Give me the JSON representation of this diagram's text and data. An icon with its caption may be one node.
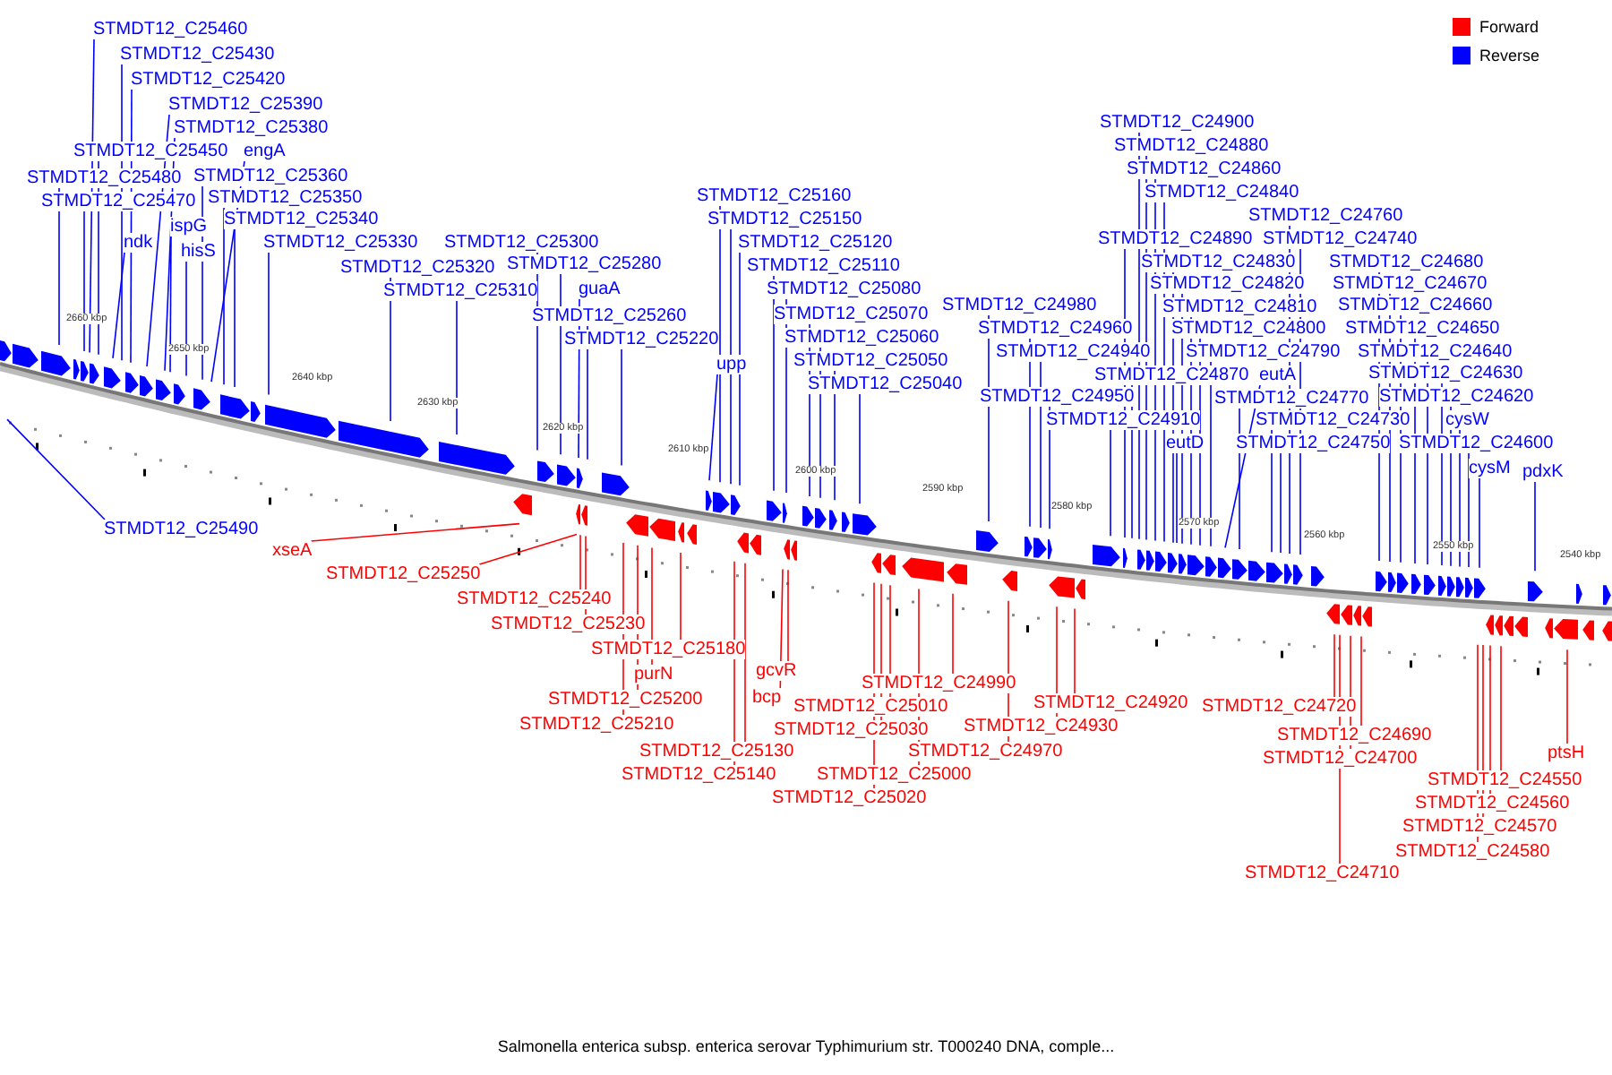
{
  "diagram": {
    "caption": "Salmonella enterica subsp. enterica serovar Typhimurium str. T000240 DNA, comple...",
    "nodes": [
      {
        "text": [
          "STMDT12_C25460"
        ]
      },
      {
        "text": [
          "STMDT12_C25430"
        ]
      },
      {
        "text": [
          "STMDT12_C25420"
        ]
      },
      {
        "text": [
          "STMDT12_C25390"
        ]
      },
      {
        "text": [
          "STMDT12_C25380"
        ]
      },
      {
        "text": [
          "STMDT12_C25450"
        ]
      },
      {
        "text": [
          "engA"
        ]
      },
      {
        "text": [
          "STMDT12_C25480"
        ]
      },
      {
        "text": [
          "STMDT12_C25360"
        ]
      },
      {
        "text": [
          "STMDT12_C25470"
        ]
      },
      {
        "text": [
          "STMDT12_C25350"
        ]
      },
      {
        "text": [
          "STMDT12_C25340"
        ]
      },
      {
        "text": [
          "ndk"
        ]
      },
      {
        "text": [
          "ispG"
        ]
      },
      {
        "text": [
          "hisS"
        ]
      },
      {
        "text": [
          "STMDT12_C25330"
        ]
      },
      {
        "text": [
          "STMDT12_C25300"
        ]
      },
      {
        "text": [
          "STMDT12_C25320"
        ]
      },
      {
        "text": [
          "STMDT12_C25280"
        ]
      },
      {
        "text": [
          "STMDT12_C25310"
        ]
      },
      {
        "text": [
          "guaA"
        ]
      },
      {
        "text": [
          "STMDT12_C25260"
        ]
      },
      {
        "text": [
          "STMDT12_C25220"
        ]
      },
      {
        "text": [
          "upp"
        ]
      },
      {
        "text": [
          "STMDT12_C25160"
        ]
      },
      {
        "text": [
          "STMDT12_C25150"
        ]
      },
      {
        "text": [
          "STMDT12_C25120"
        ]
      },
      {
        "text": [
          "STMDT12_C25110"
        ]
      },
      {
        "text": [
          "STMDT12_C25080"
        ]
      },
      {
        "text": [
          "STMDT12_C25070"
        ]
      },
      {
        "text": [
          "STMDT12_C25060"
        ]
      },
      {
        "text": [
          "STMDT12_C25050"
        ]
      },
      {
        "text": [
          "STMDT12_C25040"
        ]
      },
      {
        "text": [
          "STMDT12_C24980"
        ]
      },
      {
        "text": [
          "STMDT12_C24960"
        ]
      },
      {
        "text": [
          "STMDT12_C24940"
        ]
      },
      {
        "text": [
          "STMDT12_C24950"
        ]
      },
      {
        "text": [
          "STMDT12_C24910"
        ]
      },
      {
        "text": [
          "STMDT12_C24900"
        ]
      },
      {
        "text": [
          "STMDT12_C24880"
        ]
      },
      {
        "text": [
          "STMDT12_C24860"
        ]
      },
      {
        "text": [
          "STMDT12_C24840"
        ]
      },
      {
        "text": [
          "STMDT12_C24760"
        ]
      },
      {
        "text": [
          "STMDT12_C24890"
        ]
      },
      {
        "text": [
          "STMDT12_C24740"
        ]
      },
      {
        "text": [
          "STMDT12_C24830"
        ]
      },
      {
        "text": [
          "STMDT12_C24680"
        ]
      },
      {
        "text": [
          "STMDT12_C24820"
        ]
      },
      {
        "text": [
          "STMDT12_C24670"
        ]
      },
      {
        "text": [
          "STMDT12_C24810"
        ]
      },
      {
        "text": [
          "STMDT12_C24660"
        ]
      },
      {
        "text": [
          "STMDT12_C24800"
        ]
      },
      {
        "text": [
          "STMDT12_C24650"
        ]
      },
      {
        "text": [
          "STMDT12_C24790"
        ]
      },
      {
        "text": [
          "STMDT12_C24640"
        ]
      },
      {
        "text": [
          "STMDT12_C24870"
        ]
      },
      {
        "text": [
          "eutA"
        ]
      },
      {
        "text": [
          "STMDT12_C24630"
        ]
      },
      {
        "text": [
          "STMDT12_C24770"
        ]
      },
      {
        "text": [
          "STMDT12_C24620"
        ]
      },
      {
        "text": [
          "STMDT12_C24730"
        ]
      },
      {
        "text": [
          "cysW"
        ]
      },
      {
        "text": [
          "eutD"
        ]
      },
      {
        "text": [
          "STMDT12_C24750"
        ]
      },
      {
        "text": [
          "STMDT12_C24600"
        ]
      },
      {
        "text": [
          "cysM"
        ]
      },
      {
        "text": [
          "pdxK"
        ]
      },
      {
        "text": [
          "STMDT12_C25490"
        ]
      },
      {
        "text": [
          "xseA"
        ]
      },
      {
        "text": [
          "STMDT12_C25250"
        ]
      },
      {
        "text": [
          "STMDT12_C25240"
        ]
      },
      {
        "text": [
          "STMDT12_C25230"
        ]
      },
      {
        "text": [
          "STMDT12_C25180"
        ]
      },
      {
        "text": [
          "purN"
        ]
      },
      {
        "text": [
          "gcvR"
        ]
      },
      {
        "text": [
          "bcp"
        ]
      },
      {
        "text": [
          "STMDT12_C25200"
        ]
      },
      {
        "text": [
          "STMDT12_C25210"
        ]
      },
      {
        "text": [
          "STMDT12_C25130"
        ]
      },
      {
        "text": [
          "STMDT12_C25140"
        ]
      },
      {
        "text": [
          "STMDT12_C24990"
        ]
      },
      {
        "text": [
          "STMDT12_C25010"
        ]
      },
      {
        "text": [
          "STMDT12_C24920"
        ]
      },
      {
        "text": [
          "STMDT12_C24930"
        ]
      },
      {
        "text": [
          "STMDT12_C25030"
        ]
      },
      {
        "text": [
          "STMDT12_C24970"
        ]
      },
      {
        "text": [
          "STMDT12_C25000"
        ]
      },
      {
        "text": [
          "STMDT12_C25020"
        ]
      },
      {
        "text": [
          "STMDT12_C24720"
        ]
      },
      {
        "text": [
          "STMDT12_C24690"
        ]
      },
      {
        "text": [
          "STMDT12_C24700"
        ]
      },
      {
        "text": [
          "STMDT12_C24710"
        ]
      },
      {
        "text": [
          "STMDT12_C24550"
        ]
      },
      {
        "text": [
          "STMDT12_C24560"
        ]
      },
      {
        "text": [
          "STMDT12_C24570"
        ]
      },
      {
        "text": [
          "STMDT12_C24580"
        ]
      },
      {
        "text": [
          "ptsH"
        ]
      }
    ],
    "edges": [
      {
        "from": 0,
        "to": null,
        "arrow": "none"
      },
      {
        "from": 1,
        "to": null,
        "arrow": "none"
      },
      {
        "from": 2,
        "to": null,
        "arrow": "none"
      },
      {
        "from": 3,
        "to": null,
        "arrow": "none"
      },
      {
        "from": 4,
        "to": null,
        "arrow": "none"
      },
      {
        "from": 5,
        "to": null,
        "arrow": "none"
      },
      {
        "from": 6,
        "to": null,
        "arrow": "none"
      },
      {
        "from": 7,
        "to": null,
        "arrow": "none"
      },
      {
        "from": 8,
        "to": null,
        "arrow": "none"
      },
      {
        "from": 9,
        "to": null,
        "arrow": "none"
      },
      {
        "from": 10,
        "to": null,
        "arrow": "none"
      },
      {
        "from": 11,
        "to": null,
        "arrow": "none"
      },
      {
        "from": 12,
        "to": null,
        "arrow": "none"
      },
      {
        "from": 13,
        "to": null,
        "arrow": "none"
      },
      {
        "from": 14,
        "to": null,
        "arrow": "none"
      },
      {
        "from": 15,
        "to": null,
        "arrow": "none"
      },
      {
        "from": 16,
        "to": null,
        "arrow": "none"
      },
      {
        "from": 17,
        "to": null,
        "arrow": "none"
      },
      {
        "from": 18,
        "to": null,
        "arrow": "none"
      },
      {
        "from": 19,
        "to": null,
        "arrow": "none"
      },
      {
        "from": 20,
        "to": null,
        "arrow": "none"
      },
      {
        "from": 21,
        "to": null,
        "arrow": "none"
      },
      {
        "from": 22,
        "to": null,
        "arrow": "none"
      },
      {
        "from": 23,
        "to": null,
        "arrow": "none"
      },
      {
        "from": 24,
        "to": null,
        "arrow": "none"
      },
      {
        "from": 25,
        "to": null,
        "arrow": "none"
      },
      {
        "from": 26,
        "to": null,
        "arrow": "none"
      },
      {
        "from": 27,
        "to": null,
        "arrow": "none"
      },
      {
        "from": 28,
        "to": null,
        "arrow": "none"
      },
      {
        "from": 29,
        "to": null,
        "arrow": "none"
      },
      {
        "from": 30,
        "to": null,
        "arrow": "none"
      },
      {
        "from": 31,
        "to": null,
        "arrow": "none"
      },
      {
        "from": 32,
        "to": null,
        "arrow": "none"
      },
      {
        "from": 33,
        "to": null,
        "arrow": "none"
      },
      {
        "from": 34,
        "to": null,
        "arrow": "none"
      },
      {
        "from": 35,
        "to": null,
        "arrow": "none"
      },
      {
        "from": 36,
        "to": null,
        "arrow": "none"
      },
      {
        "from": 37,
        "to": null,
        "arrow": "none"
      },
      {
        "from": 38,
        "to": null,
        "arrow": "none"
      },
      {
        "from": 39,
        "to": null,
        "arrow": "none"
      },
      {
        "from": 40,
        "to": null,
        "arrow": "none"
      },
      {
        "from": 41,
        "to": null,
        "arrow": "none"
      },
      {
        "from": 42,
        "to": null,
        "arrow": "none"
      },
      {
        "from": 43,
        "to": null,
        "arrow": "none"
      },
      {
        "from": 44,
        "to": null,
        "arrow": "none"
      },
      {
        "from": 45,
        "to": null,
        "arrow": "none"
      },
      {
        "from": 46,
        "to": null,
        "arrow": "none"
      },
      {
        "from": 47,
        "to": null,
        "arrow": "none"
      },
      {
        "from": 48,
        "to": null,
        "arrow": "none"
      },
      {
        "from": 49,
        "to": null,
        "arrow": "none"
      },
      {
        "from": 50,
        "to": null,
        "arrow": "none"
      },
      {
        "from": 51,
        "to": null,
        "arrow": "none"
      },
      {
        "from": 52,
        "to": null,
        "arrow": "none"
      },
      {
        "from": 53,
        "to": null,
        "arrow": "none"
      },
      {
        "from": 54,
        "to": null,
        "arrow": "none"
      },
      {
        "from": 55,
        "to": null,
        "arrow": "none"
      },
      {
        "from": 56,
        "to": null,
        "arrow": "none"
      },
      {
        "from": 57,
        "to": null,
        "arrow": "none"
      },
      {
        "from": 58,
        "to": null,
        "arrow": "none"
      },
      {
        "from": 59,
        "to": null,
        "arrow": "none"
      },
      {
        "from": 60,
        "to": null,
        "arrow": "none"
      },
      {
        "from": 61,
        "to": null,
        "arrow": "none"
      },
      {
        "from": 62,
        "to": null,
        "arrow": "none"
      },
      {
        "from": 63,
        "to": null,
        "arrow": "none"
      },
      {
        "from": 64,
        "to": null,
        "arrow": "none"
      },
      {
        "from": 65,
        "to": null,
        "arrow": "none"
      },
      {
        "from": 66,
        "to": null,
        "arrow": "none"
      },
      {
        "from": 67,
        "to": null,
        "arrow": "none"
      },
      {
        "from": 68,
        "to": null,
        "arrow": "none",
        "color": "#ff0000"
      },
      {
        "from": 69,
        "to": null,
        "arrow": "none",
        "color": "#ff0000"
      },
      {
        "from": 70,
        "to": null,
        "arrow": "none",
        "color": "#ff0000"
      },
      {
        "from": 71,
        "to": null,
        "arrow": "none",
        "color": "#ff0000"
      },
      {
        "from": 72,
        "to": null,
        "arrow": "none",
        "color": "#ff0000"
      },
      {
        "from": 73,
        "to": null,
        "arrow": "none",
        "color": "#ff0000"
      },
      {
        "from": 74,
        "to": null,
        "arrow": "none",
        "color": "#ff0000"
      },
      {
        "from": 75,
        "to": null,
        "arrow": "none",
        "color": "#ff0000"
      },
      {
        "from": 76,
        "to": null,
        "arrow": "none",
        "color": "#ff0000"
      },
      {
        "from": 77,
        "to": null,
        "arrow": "none",
        "color": "#ff0000"
      },
      {
        "from": 78,
        "to": null,
        "arrow": "none",
        "color": "#ff0000"
      },
      {
        "from": 79,
        "to": null,
        "arrow": "none",
        "color": "#ff0000"
      },
      {
        "from": 80,
        "to": null,
        "arrow": "none",
        "color": "#ff0000"
      },
      {
        "from": 81,
        "to": null,
        "arrow": "none",
        "color": "#ff0000"
      },
      {
        "from": 82,
        "to": null,
        "arrow": "none",
        "color": "#ff0000"
      },
      {
        "from": 83,
        "to": null,
        "arrow": "none",
        "color": "#ff0000"
      },
      {
        "from": 84,
        "to": null,
        "arrow": "none",
        "color": "#ff0000"
      },
      {
        "from": 85,
        "to": null,
        "arrow": "none",
        "color": "#ff0000"
      },
      {
        "from": 86,
        "to": null,
        "arrow": "none",
        "color": "#ff0000"
      },
      {
        "from": 87,
        "to": null,
        "arrow": "none",
        "color": "#ff0000"
      },
      {
        "from": 88,
        "to": null,
        "arrow": "none",
        "color": "#ff0000"
      },
      {
        "from": 89,
        "to": null,
        "arrow": "none",
        "color": "#ff0000"
      },
      {
        "from": 90,
        "to": null,
        "arrow": "none",
        "color": "#ff0000"
      },
      {
        "from": 91,
        "to": null,
        "arrow": "none",
        "color": "#ff0000"
      },
      {
        "from": 92,
        "to": null,
        "arrow": "none",
        "color": "#ff0000"
      },
      {
        "from": 93,
        "to": null,
        "arrow": "none",
        "color": "#ff0000"
      },
      {
        "from": 94,
        "to": null,
        "arrow": "none",
        "color": "#ff0000"
      },
      {
        "from": 95,
        "to": null,
        "arrow": "none",
        "color": "#ff0000"
      },
      {
        "from": 96,
        "to": null,
        "arrow": "none",
        "color": "#ff0000"
      }
    ],
    "labels": [
      "2660 kbp",
      "2650 kbp",
      "2640 kbp",
      "2630 kbp",
      "2620 kbp",
      "2610 kbp",
      "2600 kbp",
      "2590 kbp",
      "2580 kbp",
      "2570 kbp",
      "2560 kbp",
      "2550 kbp",
      "2540 kbp"
    ],
    "legend": [
      {
        "text": "Forward",
        "color": "#ff0000"
      },
      {
        "text": "Reverse",
        "color": "#0000ff"
      }
    ]
  }
}
